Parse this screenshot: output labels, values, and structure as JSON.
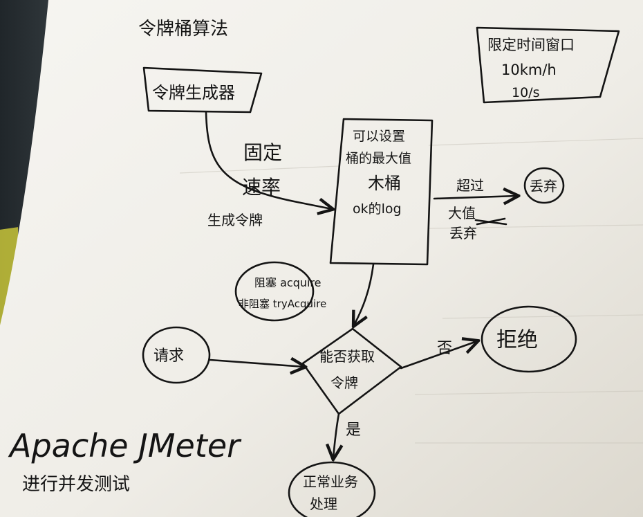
{
  "title": "令牌桶算法",
  "note": {
    "lines": [
      "限定时间窗口",
      "10km/h",
      "10/s"
    ]
  },
  "generator": {
    "label": "令牌生成器"
  },
  "rate": {
    "line1": "固定",
    "line2": "速率",
    "line3": "生成令牌"
  },
  "bucket": {
    "lines": [
      "可以设置",
      "桶的最大值",
      "木桶",
      "ok的log"
    ]
  },
  "overflow": {
    "arrow_label": "超过",
    "circle": "丢弃",
    "caption_line1": "大值",
    "caption_line2": "丢弃"
  },
  "acquire": {
    "line1": "阻塞 acquire",
    "line2": "非阻塞 tryAcquire"
  },
  "request": {
    "label": "请求"
  },
  "decision": {
    "line1": "能否获取",
    "line2": "令牌"
  },
  "reject": {
    "arrow_label": "否",
    "circle": "拒绝"
  },
  "accept": {
    "arrow_label": "是",
    "circle_line1": "正常业务",
    "circle_line2": "处理"
  },
  "footer": {
    "line1": "Apache JMeter",
    "line2": "进行并发测试"
  }
}
